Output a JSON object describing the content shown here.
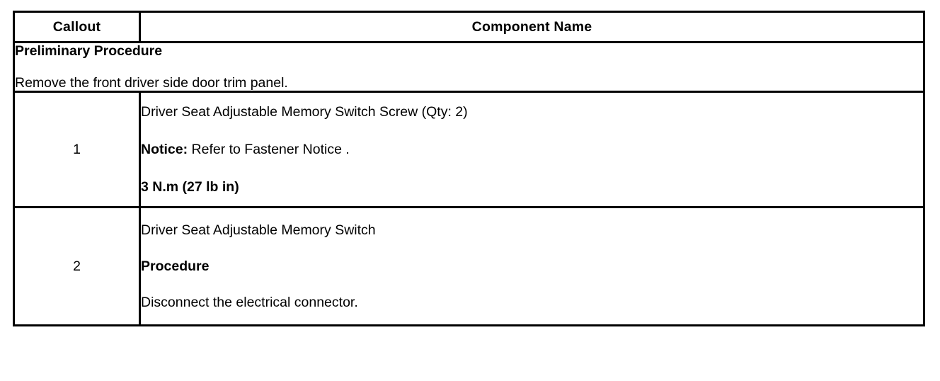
{
  "table": {
    "headers": {
      "callout": "Callout",
      "component_name": "Component Name"
    },
    "preliminary": {
      "title": "Preliminary Procedure",
      "text": "Remove the front driver side door trim panel."
    },
    "rows": [
      {
        "callout": "1",
        "line_1": "Driver Seat Adjustable Memory Switch Screw (Qty: 2)",
        "notice_label": "Notice:",
        "notice_text": " Refer to Fastener Notice .",
        "torque": "3 N.m (27 lb in)"
      },
      {
        "callout": "2",
        "line_1": "Driver Seat Adjustable Memory Switch",
        "subheading": "Procedure",
        "step_1": "Disconnect the electrical connector."
      }
    ]
  },
  "colors": {
    "border": "#000000",
    "text": "#000000",
    "background": "#ffffff"
  }
}
